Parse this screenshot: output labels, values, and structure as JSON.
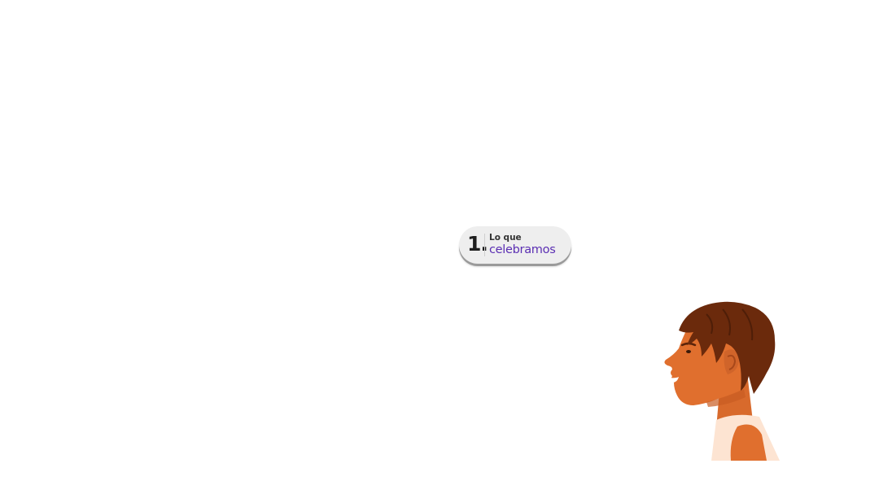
{
  "section_button": {
    "number": "1.",
    "label_line1": "Lo que",
    "label_line2": "celebramos"
  },
  "colors": {
    "background": "#ffffff",
    "pill_background": "#eeeeee",
    "pill_shadow": "#9a9a9a",
    "accent_text": "#5b2fb3",
    "skin": "#e06f2e",
    "hair": "#6b2a0c",
    "shirt": "#fde4d2"
  },
  "illustration": {
    "icon": "boy-profile-illustration"
  }
}
